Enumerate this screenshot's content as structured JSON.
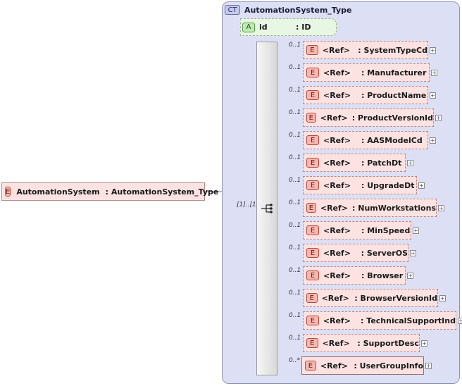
{
  "root": {
    "badge": "E",
    "name": "AutomationSystem",
    "type": ": AutomationSystem_Type",
    "occurrence": "[1]..[1]"
  },
  "complex_type": {
    "badge": "CT",
    "name": "AutomationSystem_Type"
  },
  "attribute": {
    "badge": "A",
    "name": "id",
    "type": ": ID"
  },
  "elements": [
    {
      "badge": "E",
      "ref": "<Ref>",
      "name": ": SystemTypeCd",
      "occurrence": "0..1"
    },
    {
      "badge": "E",
      "ref": "<Ref>",
      "name": ": Manufacturer",
      "occurrence": "0..1"
    },
    {
      "badge": "E",
      "ref": "<Ref>",
      "name": ": ProductName",
      "occurrence": "0..1"
    },
    {
      "badge": "E",
      "ref": "<Ref>",
      "name": ": ProductVersionId",
      "occurrence": "0..1"
    },
    {
      "badge": "E",
      "ref": "<Ref>",
      "name": ": AASModelCd",
      "occurrence": "0..1"
    },
    {
      "badge": "E",
      "ref": "<Ref>",
      "name": ": PatchDt",
      "occurrence": "0..1"
    },
    {
      "badge": "E",
      "ref": "<Ref>",
      "name": ": UpgradeDt",
      "occurrence": "0..1"
    },
    {
      "badge": "E",
      "ref": "<Ref>",
      "name": ": NumWorkstations",
      "occurrence": "0..1"
    },
    {
      "badge": "E",
      "ref": "<Ref>",
      "name": ": MinSpeed",
      "occurrence": "0..1"
    },
    {
      "badge": "E",
      "ref": "<Ref>",
      "name": ": ServerOS",
      "occurrence": "0..1"
    },
    {
      "badge": "E",
      "ref": "<Ref>",
      "name": ": Browser",
      "occurrence": "0..1"
    },
    {
      "badge": "E",
      "ref": "<Ref>",
      "name": ": BrowserVersionId",
      "occurrence": "0..1"
    },
    {
      "badge": "E",
      "ref": "<Ref>",
      "name": ": TechnicalSupportInd",
      "occurrence": "0..1"
    },
    {
      "badge": "E",
      "ref": "<Ref>",
      "name": ": SupportDesc",
      "occurrence": "0..1"
    },
    {
      "badge": "E",
      "ref": "<Ref>",
      "name": ": UserGroupInfo",
      "occurrence": "0..*"
    }
  ]
}
